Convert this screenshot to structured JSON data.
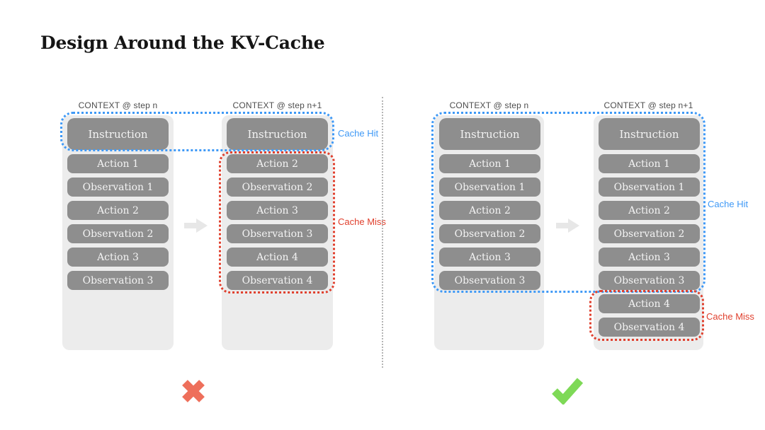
{
  "title": "Design Around the KV-Cache",
  "colors": {
    "cache_hit_blue": "#3f99f6",
    "cache_miss_red": "#e0402e",
    "box_gray": "#8e8e8e",
    "container_gray": "#ececec",
    "x_mark_red": "#ee6f5b",
    "check_mark_green": "#7ed957"
  },
  "icons": {
    "left_verdict": "x-mark-icon",
    "right_verdict": "check-mark-icon",
    "between_columns": "right-arrow-icon"
  },
  "left_diagram": {
    "columns": [
      {
        "header": "CONTEXT @ step n",
        "items": [
          "Instruction",
          "Action 1",
          "Observation 1",
          "Action 2",
          "Observation 2",
          "Action 3",
          "Observation 3"
        ]
      },
      {
        "header": "CONTEXT @ step n+1",
        "items": [
          "Instruction",
          "Action 2",
          "Observation 2",
          "Action 3",
          "Observation 3",
          "Action 4",
          "Observation 4"
        ]
      }
    ],
    "labels": {
      "cache_hit": "Cache Hit",
      "cache_miss": "Cache Miss"
    }
  },
  "right_diagram": {
    "columns": [
      {
        "header": "CONTEXT @ step n",
        "items": [
          "Instruction",
          "Action 1",
          "Observation 1",
          "Action 2",
          "Observation 2",
          "Action 3",
          "Observation 3"
        ]
      },
      {
        "header": "CONTEXT @ step n+1",
        "items": [
          "Instruction",
          "Action 1",
          "Observation 1",
          "Action 2",
          "Observation 2",
          "Action 3",
          "Observation 3",
          "Action 4",
          "Observation 4"
        ]
      }
    ],
    "labels": {
      "cache_hit": "Cache Hit",
      "cache_miss": "Cache Miss"
    }
  }
}
